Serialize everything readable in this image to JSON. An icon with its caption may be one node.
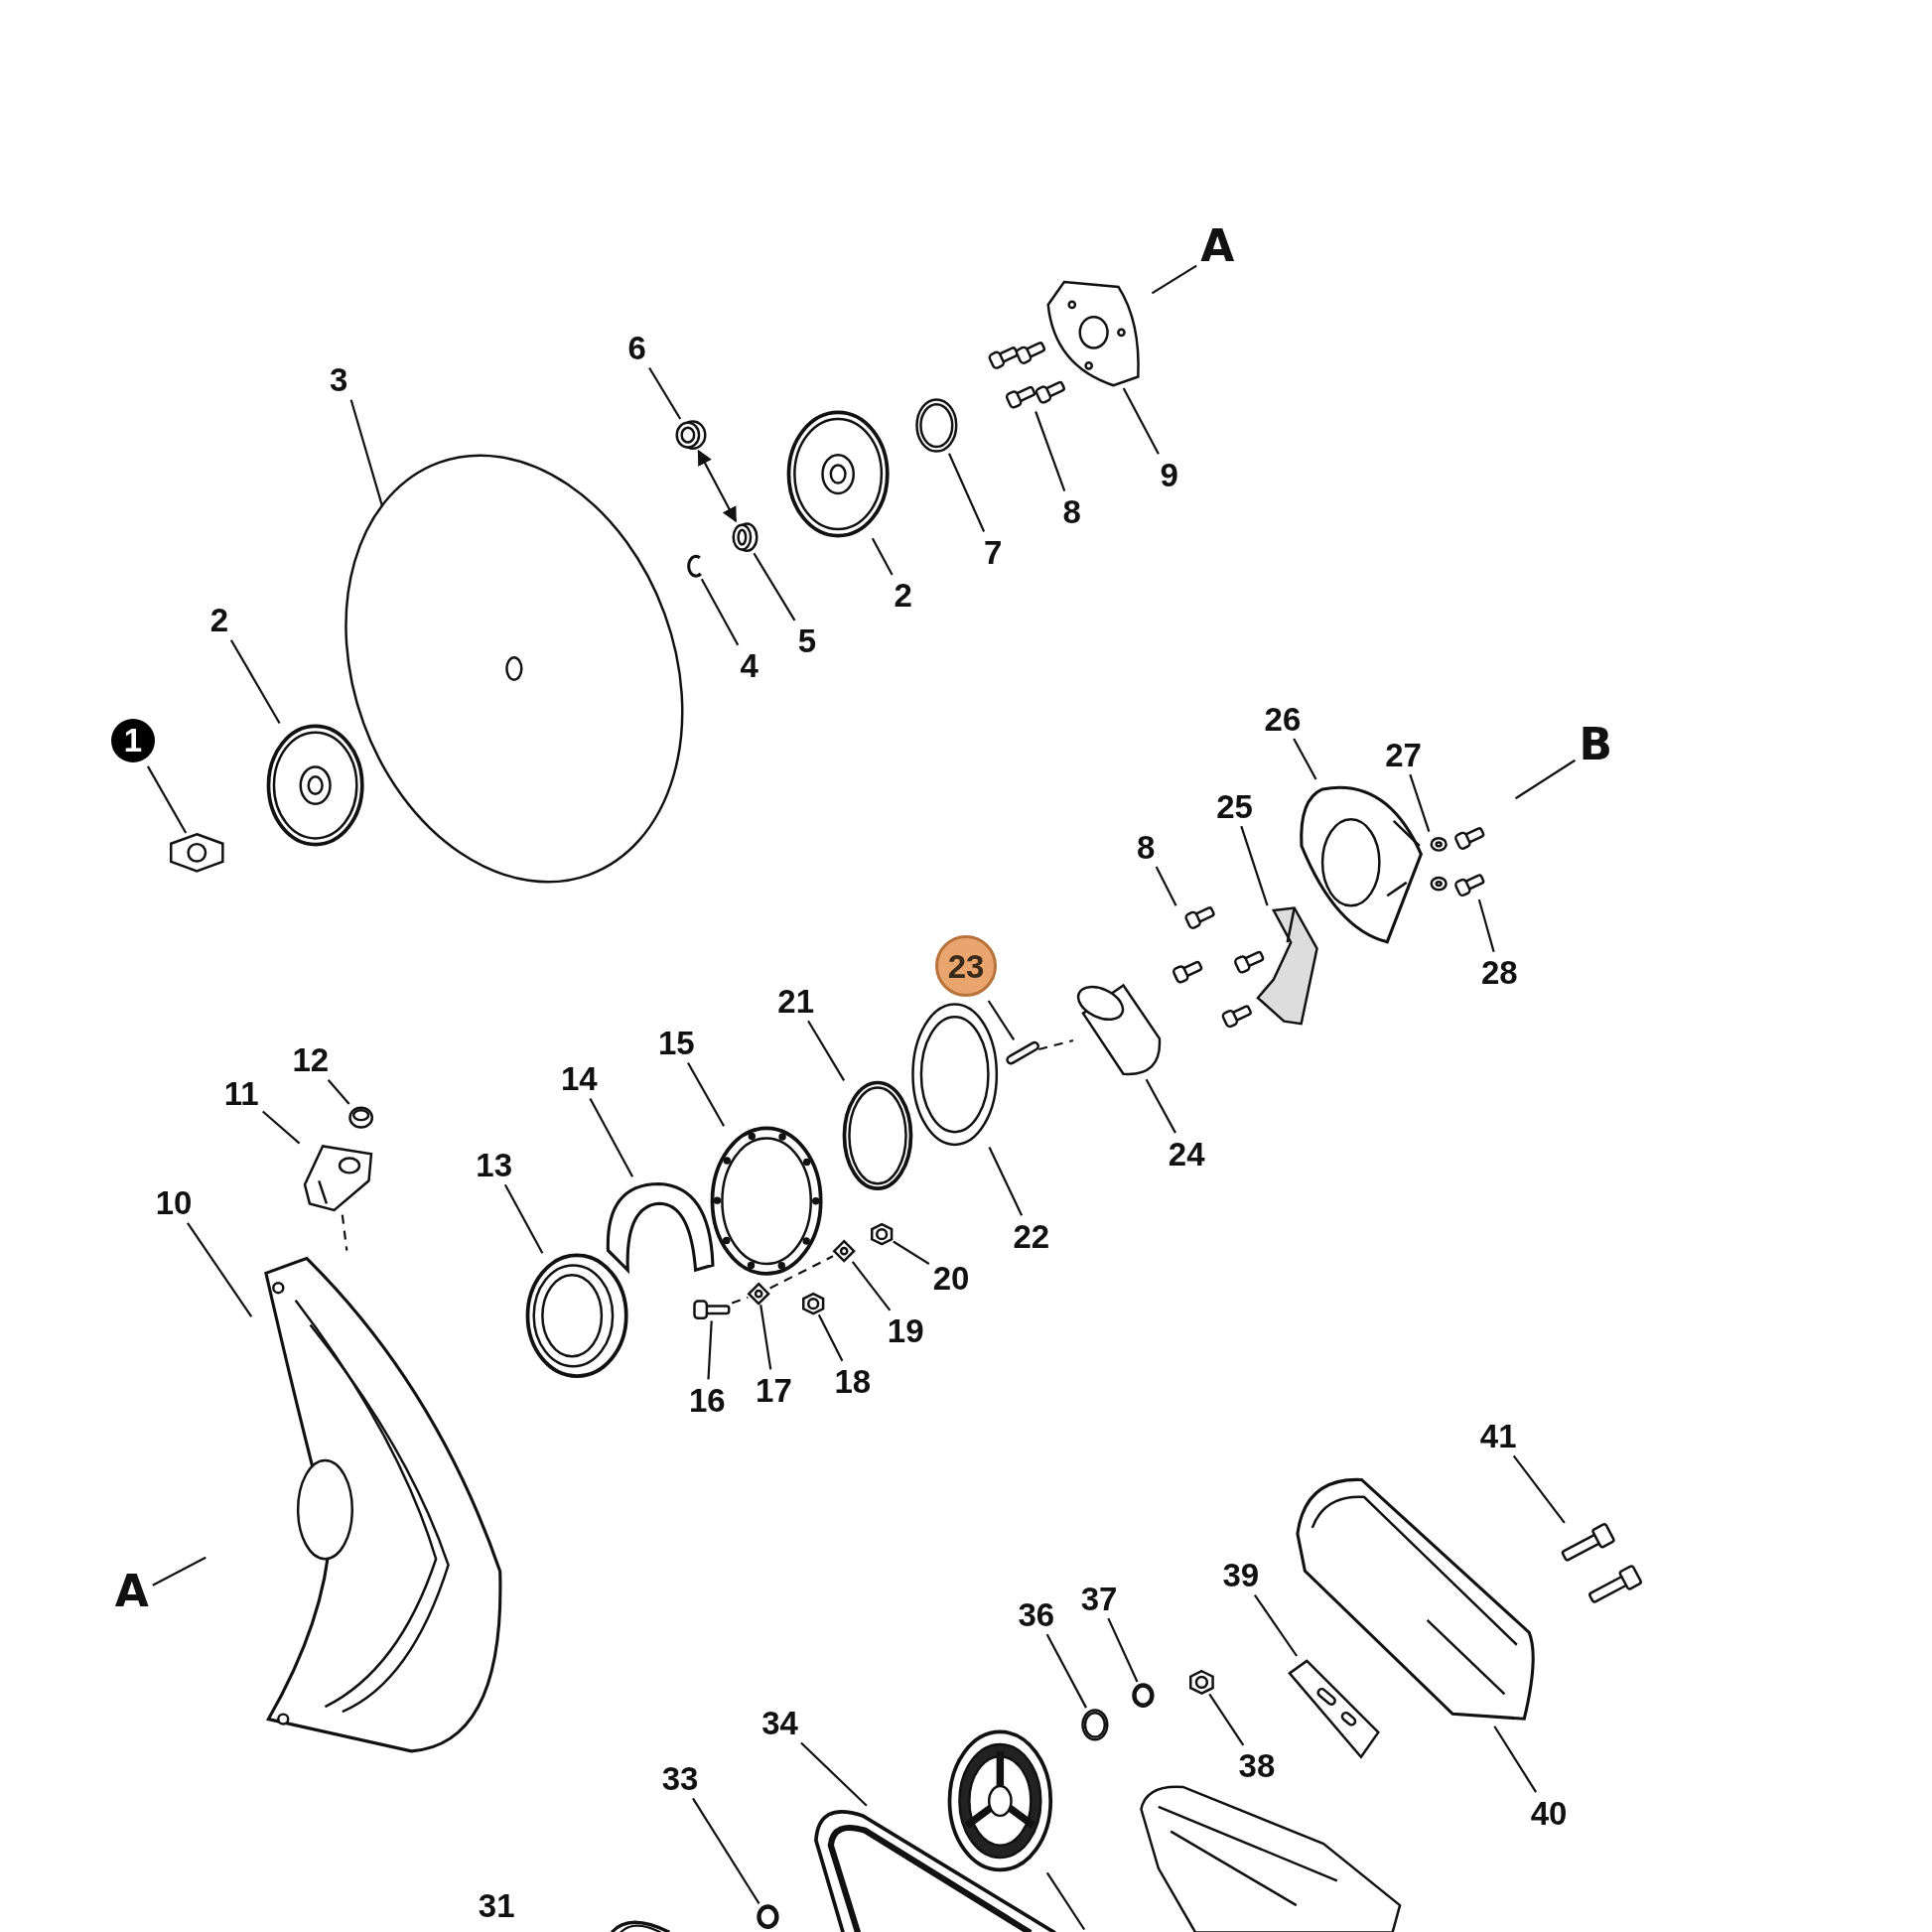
{
  "diagram": {
    "nodes": [
      {
        "text": [
          "A"
        ]
      },
      {
        "text": [],
        "shape": "picture"
      },
      {
        "text": [
          "6"
        ]
      },
      {
        "text": [
          "3"
        ]
      },
      {
        "text": [],
        "shape": "picture"
      },
      {
        "text": [],
        "shape": "picture"
      },
      {
        "text": [],
        "shape": "picture"
      },
      {
        "text": [],
        "shape": "picture"
      },
      {
        "text": [
          "9"
        ]
      },
      {
        "text": [],
        "shape": "picture"
      },
      {
        "text": [
          "8"
        ]
      },
      {
        "text": [],
        "shape": "picture"
      },
      {
        "text": [
          "7"
        ]
      },
      {
        "text": [],
        "shape": "picture"
      },
      {
        "text": [
          "2"
        ]
      },
      {
        "text": [
          "2"
        ]
      },
      {
        "text": [
          "5"
        ]
      },
      {
        "text": [
          "4"
        ]
      },
      {
        "text": [],
        "shape": "picture"
      },
      {
        "text": [
          "26"
        ]
      },
      {
        "text": [
          "1"
        ]
      },
      {
        "text": [
          "B"
        ]
      },
      {
        "text": [
          "27"
        ]
      },
      {
        "text": [],
        "shape": "picture"
      },
      {
        "text": [],
        "shape": "picture"
      },
      {
        "text": [
          "25"
        ]
      },
      {
        "text": [],
        "shape": "picture"
      },
      {
        "text": [
          "8"
        ]
      },
      {
        "text": [],
        "shape": "picture"
      },
      {
        "text": [],
        "shape": "picture"
      },
      {
        "text": [
          "28"
        ]
      },
      {
        "text": [
          "23"
        ]
      },
      {
        "text": [
          "21"
        ]
      },
      {
        "text": [],
        "shape": "bar"
      },
      {
        "text": [],
        "shape": "picture"
      },
      {
        "text": [
          "15"
        ]
      },
      {
        "text": [
          "12"
        ]
      },
      {
        "text": [
          "14"
        ]
      },
      {
        "text": [
          "11"
        ]
      },
      {
        "text": [],
        "shape": "picture"
      },
      {
        "text": [],
        "shape": "picture"
      },
      {
        "text": [],
        "shape": "picture"
      },
      {
        "text": [
          "24"
        ]
      },
      {
        "text": [],
        "shape": "picture"
      },
      {
        "text": [],
        "shape": "picture"
      },
      {
        "text": [
          "13"
        ]
      },
      {
        "text": [
          "10"
        ]
      },
      {
        "text": [],
        "shape": "picture"
      },
      {
        "text": [
          "22"
        ]
      },
      {
        "text": [],
        "shape": "picture"
      },
      {
        "text": [],
        "shape": "picture"
      },
      {
        "text": [
          "20"
        ]
      },
      {
        "text": [],
        "shape": "picture"
      },
      {
        "text": [],
        "shape": "picture"
      },
      {
        "text": [],
        "shape": "picture"
      },
      {
        "text": [],
        "shape": "picture"
      },
      {
        "text": [
          "19"
        ]
      },
      {
        "text": [],
        "shape": "picture"
      },
      {
        "text": [
          "18"
        ]
      },
      {
        "text": [
          "17"
        ]
      },
      {
        "text": [
          "16"
        ]
      },
      {
        "text": [
          "41"
        ]
      },
      {
        "text": [],
        "shape": "picture"
      },
      {
        "text": [],
        "shape": "picture"
      },
      {
        "text": [
          "39"
        ]
      },
      {
        "text": [
          "A"
        ]
      },
      {
        "text": [
          "36"
        ]
      },
      {
        "text": [
          "37"
        ]
      },
      {
        "text": [],
        "shape": "picture"
      },
      {
        "text": [],
        "shape": "picture"
      },
      {
        "text": [],
        "shape": "picture"
      },
      {
        "text": [],
        "shape": "picture"
      },
      {
        "text": [
          "34"
        ]
      },
      {
        "text": [
          "38"
        ]
      },
      {
        "text": [
          "33"
        ]
      },
      {
        "text": [],
        "shape": "picture"
      },
      {
        "text": [
          "40"
        ]
      },
      {
        "text": [],
        "shape": "picture"
      },
      {
        "text": [],
        "shape": "picture"
      },
      {
        "text": [],
        "shape": "picture"
      },
      {
        "text": [
          "31"
        ]
      },
      {
        "text": [],
        "shape": "picture"
      }
    ],
    "edges": [
      {
        "from": 0,
        "to": null,
        "arrow": "none"
      },
      {
        "from": 3,
        "to": 9,
        "arrow": "none"
      },
      {
        "from": 2,
        "to": 4,
        "arrow": "none"
      },
      {
        "from": 14,
        "to": 7,
        "arrow": "none"
      },
      {
        "from": 12,
        "to": 6,
        "arrow": "none"
      },
      {
        "from": 10,
        "to": 5,
        "arrow": "none"
      },
      {
        "from": 8,
        "to": 1,
        "arrow": "none"
      },
      {
        "from": 16,
        "to": 11,
        "arrow": "none"
      },
      {
        "from": 17,
        "to": 13,
        "arrow": "none"
      },
      {
        "from": 15,
        "to": 18,
        "arrow": "none"
      },
      {
        "from": 20,
        "to": 26,
        "arrow": "none"
      },
      {
        "from": 19,
        "to": 23,
        "arrow": "none"
      },
      {
        "from": 22,
        "to": 24,
        "arrow": "none"
      },
      {
        "from": 21,
        "to": null,
        "arrow": "none"
      },
      {
        "from": 25,
        "to": 28,
        "arrow": "none"
      },
      {
        "from": 27,
        "to": 29,
        "arrow": "none"
      },
      {
        "from": 30,
        "to": 81,
        "arrow": "none"
      },
      {
        "from": 31,
        "to": 33,
        "arrow": "none"
      },
      {
        "from": 42,
        "to": 34,
        "arrow": "none"
      },
      {
        "from": 32,
        "to": 41,
        "arrow": "none"
      },
      {
        "from": 48,
        "to": 40,
        "arrow": "none"
      },
      {
        "from": 35,
        "to": 44,
        "arrow": "none"
      },
      {
        "from": 37,
        "to": 47,
        "arrow": "none"
      },
      {
        "from": 45,
        "to": 52,
        "arrow": "none"
      },
      {
        "from": 36,
        "to": 39,
        "arrow": "none"
      },
      {
        "from": 38,
        "to": 43,
        "arrow": "none"
      },
      {
        "from": 46,
        "to": 57,
        "arrow": "none"
      },
      {
        "from": 51,
        "to": 49,
        "arrow": "none"
      },
      {
        "from": 56,
        "to": 50,
        "arrow": "none"
      },
      {
        "from": 58,
        "to": 53,
        "arrow": "none"
      },
      {
        "from": 59,
        "to": 54,
        "arrow": "none"
      },
      {
        "from": 60,
        "to": 55,
        "arrow": "none"
      },
      {
        "from": 65,
        "to": null,
        "arrow": "none"
      },
      {
        "from": 61,
        "to": 62,
        "arrow": "none"
      },
      {
        "from": 64,
        "to": 70,
        "arrow": "none"
      },
      {
        "from": 76,
        "to": 63,
        "arrow": "none"
      },
      {
        "from": 66,
        "to": 71,
        "arrow": "none"
      },
      {
        "from": 67,
        "to": 69,
        "arrow": "none"
      },
      {
        "from": 73,
        "to": 68,
        "arrow": "none"
      },
      {
        "from": 72,
        "to": 77,
        "arrow": "none"
      },
      {
        "from": 74,
        "to": 79,
        "arrow": "none"
      },
      {
        "from": 75,
        "to": null,
        "arrow": "none"
      },
      {
        "from": 4,
        "to": 11,
        "arrow": "both"
      },
      {
        "from": 33,
        "to": 34,
        "arrow": "none",
        "style": "dashed"
      },
      {
        "from": 43,
        "to": 57,
        "arrow": "none",
        "style": "dashed"
      },
      {
        "from": 55,
        "to": 54,
        "arrow": "none",
        "style": "dashed"
      },
      {
        "from": 54,
        "to": 50,
        "arrow": "none",
        "style": "dashed"
      }
    ]
  }
}
